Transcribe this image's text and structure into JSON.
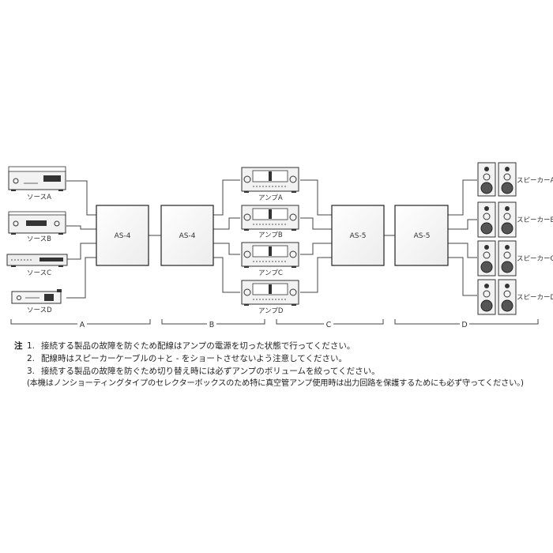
{
  "sources": [
    {
      "label": "ソースA"
    },
    {
      "label": "ソースB"
    },
    {
      "label": "ソースC"
    },
    {
      "label": "ソースD"
    }
  ],
  "switchers": [
    {
      "label": "AS-4"
    },
    {
      "label": "AS-4"
    },
    {
      "label": "AS-5"
    },
    {
      "label": "AS-5"
    }
  ],
  "amps": [
    {
      "label": "アンプA"
    },
    {
      "label": "アンプB"
    },
    {
      "label": "アンプC"
    },
    {
      "label": "アンプD"
    }
  ],
  "speakers": [
    {
      "label": "スピーカーA"
    },
    {
      "label": "スピーカーB"
    },
    {
      "label": "スピーカーC"
    },
    {
      "label": "スピーカーD"
    }
  ],
  "sections": [
    "A",
    "B",
    "C",
    "D"
  ],
  "notes": {
    "mark": "注",
    "items": [
      {
        "num": "1.",
        "text": "接続する製品の故障を防ぐため配線はアンプの電源を切った状態で行ってください。"
      },
      {
        "num": "2.",
        "text": "配線時はスピーカーケーブルの＋と - をショートさせないよう注意してください。"
      },
      {
        "num": "3.",
        "text": "接続する製品の故障を防ぐため切り替え時には必ずアンプのボリュームを絞ってください。"
      }
    ],
    "sub": "(本機はノンショーティングタイプのセレクターボックスのため特に真空管アンプ使用時は出力回路を保護するためにも必ず守ってください。)"
  }
}
